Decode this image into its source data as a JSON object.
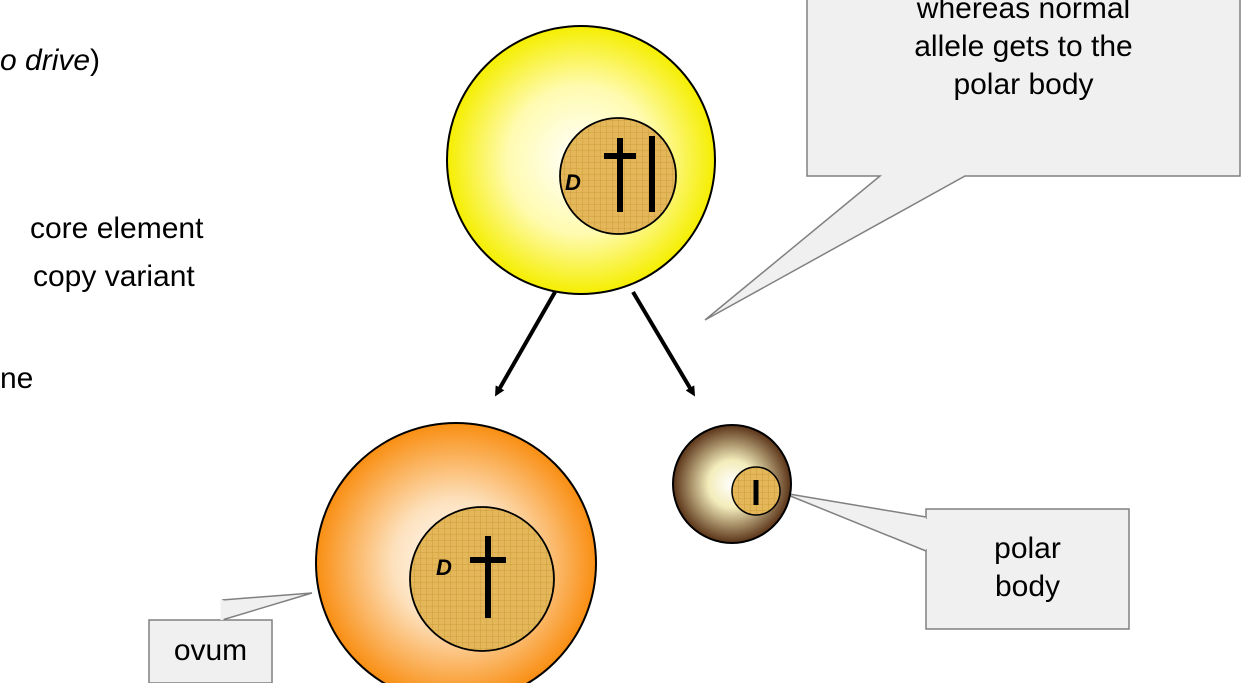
{
  "text_fragments": {
    "line1_italic": "o drive",
    "line1_tail": ")",
    "line2": "core element",
    "line3": "copy variant",
    "line4": "ne"
  },
  "callouts": {
    "top_right": [
      "whereas normal",
      "allele gets to the",
      "polar body"
    ],
    "polar": [
      "polar",
      "body"
    ],
    "ovum": "ovum"
  },
  "labels": {
    "drive_allele_top": "D",
    "drive_allele_ovum": "D"
  },
  "colors": {
    "top_cell": "#f5ee00",
    "ovum_cell": "#f98e12",
    "polar_cell": "#5a3318",
    "nucleus": "#e3b75a",
    "callout_fill": "#f0f0f0"
  }
}
